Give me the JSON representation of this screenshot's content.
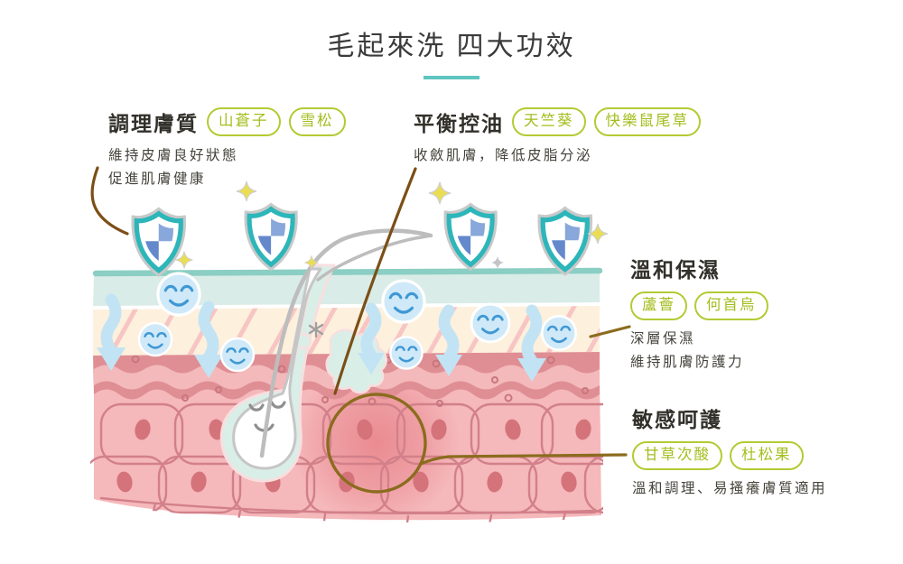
{
  "title": "毛起來洗 四大功效",
  "sections": [
    {
      "heading": "調理膚質",
      "tags": [
        "山蒼子",
        "雪松"
      ],
      "desc": [
        "維持皮膚良好狀態",
        "促進肌膚健康"
      ]
    },
    {
      "heading": "平衡控油",
      "tags": [
        "天竺葵",
        "快樂鼠尾草"
      ],
      "desc": [
        "收斂肌膚，降低皮脂分泌"
      ]
    },
    {
      "heading": "溫和保濕",
      "tags": [
        "蘆薈",
        "何首烏"
      ],
      "desc": [
        "深層保濕",
        "維持肌膚防護力"
      ]
    },
    {
      "heading": "敏感呵護",
      "tags": [
        "甘草次酸",
        "杜松果"
      ],
      "desc": [
        "溫和調理、易搔癢膚質適用"
      ]
    }
  ],
  "colors": {
    "divider_teal": "#5ec5bf",
    "tag_green": "#a5bd1e",
    "tag_border_green": "#b4ca33",
    "connector_brown": "#7b4f16",
    "annotation_olive": "#8b6c1e",
    "shield_teal": "#2db6ba",
    "shield_blue_light": "#88a7da",
    "shield_blue_dark": "#6389cc",
    "skin_mint": "#d9ece7",
    "skin_cream": "#fdf0dd",
    "skin_pink_band": "#df8e94",
    "skin_cell_pink": "#f5b8bb",
    "water_drop_blue": "#cfe9f8",
    "drop_face_blue": "#3f98d4",
    "sparkle_yellow": "#eadd52"
  },
  "icons": {
    "shield-icon": "teal shield with blue check pattern",
    "sparkle-icon": "four-point star",
    "water-drop-smiley-icon": "smiling water droplet",
    "absorb-arrow-icon": "wavy downward arrow",
    "follicle-smiley-face": "sleeping hair-follicle face",
    "irritation-mark-icon": "gray scratch asterisk"
  }
}
